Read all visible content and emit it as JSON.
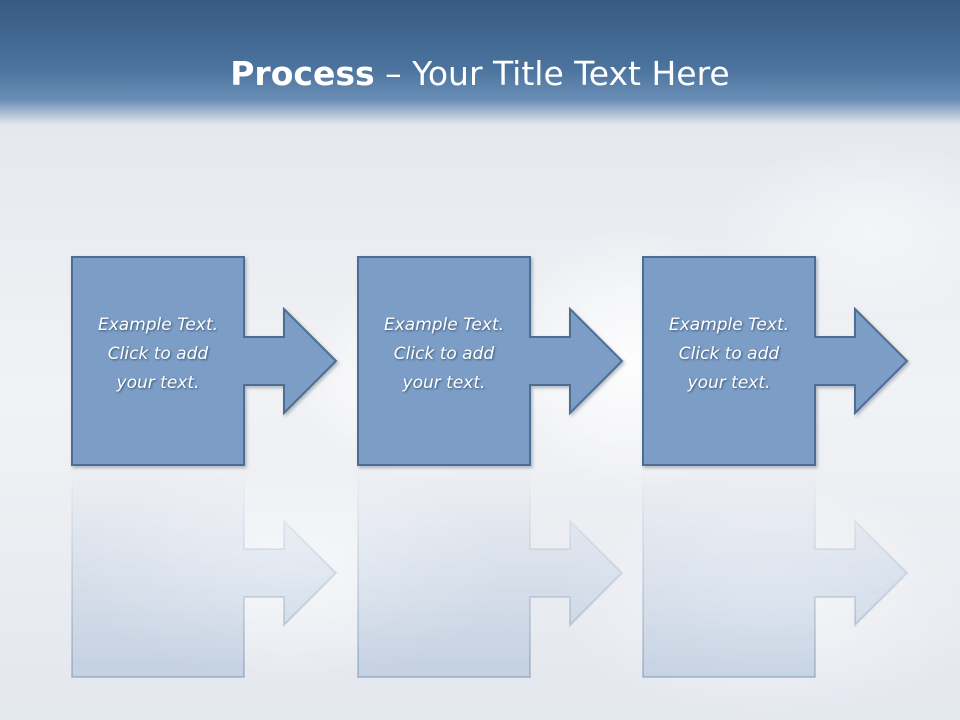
{
  "slide": {
    "title_bold": "Process",
    "title_rest": " – Your Title Text Here"
  },
  "steps": [
    {
      "lines": [
        "Example Text.",
        "Click  to add",
        "your text."
      ]
    },
    {
      "lines": [
        "Example Text.",
        "Click  to add",
        "your text."
      ]
    },
    {
      "lines": [
        "Example Text.",
        "Click  to add",
        "your text."
      ]
    }
  ],
  "colors": {
    "header": "#4b739d",
    "box_fill": "#7c9ec6",
    "box_stroke": "#4e6d92",
    "text": "#ffffff"
  }
}
